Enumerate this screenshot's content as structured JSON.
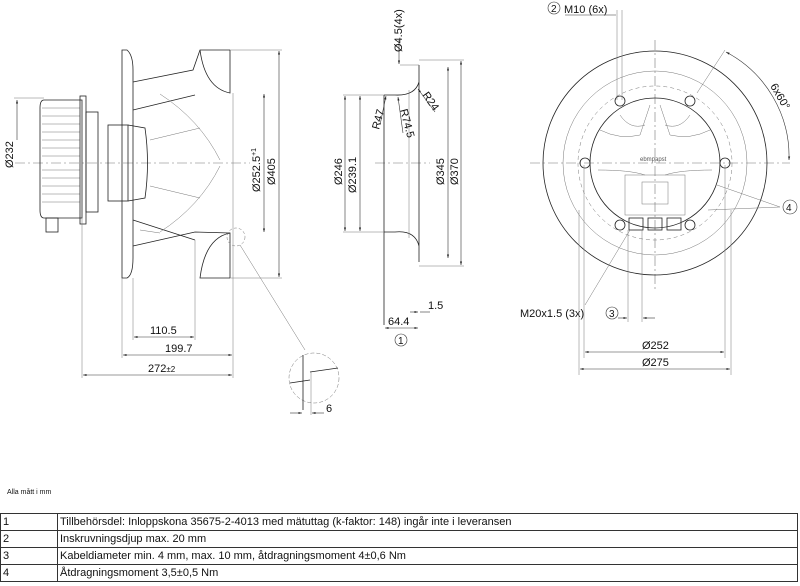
{
  "side_view": {
    "dims": {
      "d232": "Ø232",
      "d252_5": "Ø252.5",
      "d252_5_tol": "+1",
      "d405": "Ø405",
      "l110_5": "110.5",
      "l199_7": "199.7",
      "l272": "272",
      "l272_tol": "±2",
      "l6": "6"
    }
  },
  "cone_view": {
    "dims": {
      "hole": "Ø4.5(4x)",
      "r24": "R24",
      "r47": "R47",
      "r74_5": "R74.5",
      "d246": "Ø246",
      "d239_1": "Ø239.1",
      "d345": "Ø345",
      "d370": "Ø370",
      "t1_5": "1.5",
      "l64_4": "64.4"
    },
    "callout": "1"
  },
  "front_view": {
    "callout_2": "2",
    "m10": "M10 (6x)",
    "angle": "6x60°",
    "callout_4": "4",
    "m20": "M20x1.5 (3x)",
    "callout_3": "3",
    "d252": "Ø252",
    "d275": "Ø275",
    "logo": "ebmpapst"
  },
  "note": "Alla mått i mm",
  "legend": [
    {
      "num": "1",
      "text": "Tillbehörsdel: Inloppskona 35675-2-4013 med mätuttag (k-faktor: 148) ingår inte i leveransen"
    },
    {
      "num": "2",
      "text": "Inskruvningsdjup max. 20 mm"
    },
    {
      "num": "3",
      "text": "Kabeldiameter min. 4 mm, max. 10 mm, åtdragningsmoment 4±0,6 Nm"
    },
    {
      "num": "4",
      "text": "Åtdragningsmoment 3,5±0,5 Nm"
    }
  ]
}
